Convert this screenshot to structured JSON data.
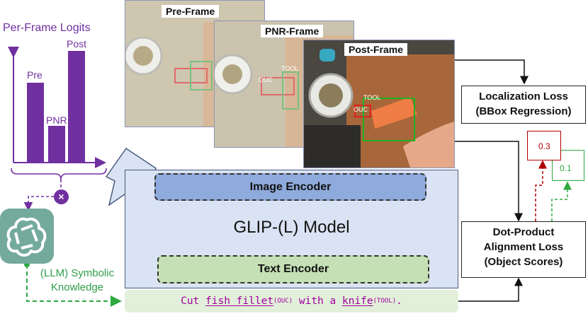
{
  "logits": {
    "title": "Per-Frame Logits",
    "bars": [
      {
        "label": "Pre",
        "value": 3
      },
      {
        "label": "PNR",
        "value": 2
      },
      {
        "label": "Post",
        "value": 4
      }
    ]
  },
  "frames": {
    "pre": "Pre-Frame",
    "pnr": "PNR-Frame",
    "post": "Post-Frame",
    "box_tool": "TOOL",
    "box_ouc": "OUC"
  },
  "model": {
    "image_encoder": "Image Encoder",
    "title": "GLIP-(L) Model",
    "text_encoder": "Text Encoder"
  },
  "prompt": {
    "prefix": "Cut ",
    "object": "fish fillet",
    "object_tag": "(OUC)",
    "middle": " with a ",
    "tool": "knife",
    "tool_tag": "(TOOL)",
    "suffix": "."
  },
  "losses": {
    "localization_line1": "Localization Loss",
    "localization_line2": "(BBox Regression)",
    "alignment_line1": "Dot-Product",
    "alignment_line2": "Alignment Loss",
    "alignment_line3": "(Object Scores)"
  },
  "scores": {
    "red": "0.3",
    "green": "0.1"
  },
  "llm": {
    "line1": "(LLM) Symbolic",
    "line2": "Knowledge"
  },
  "colors": {
    "purple": "#7030a0",
    "green": "#2e9e4a",
    "red": "#b00000",
    "magenta": "#a0009e"
  }
}
